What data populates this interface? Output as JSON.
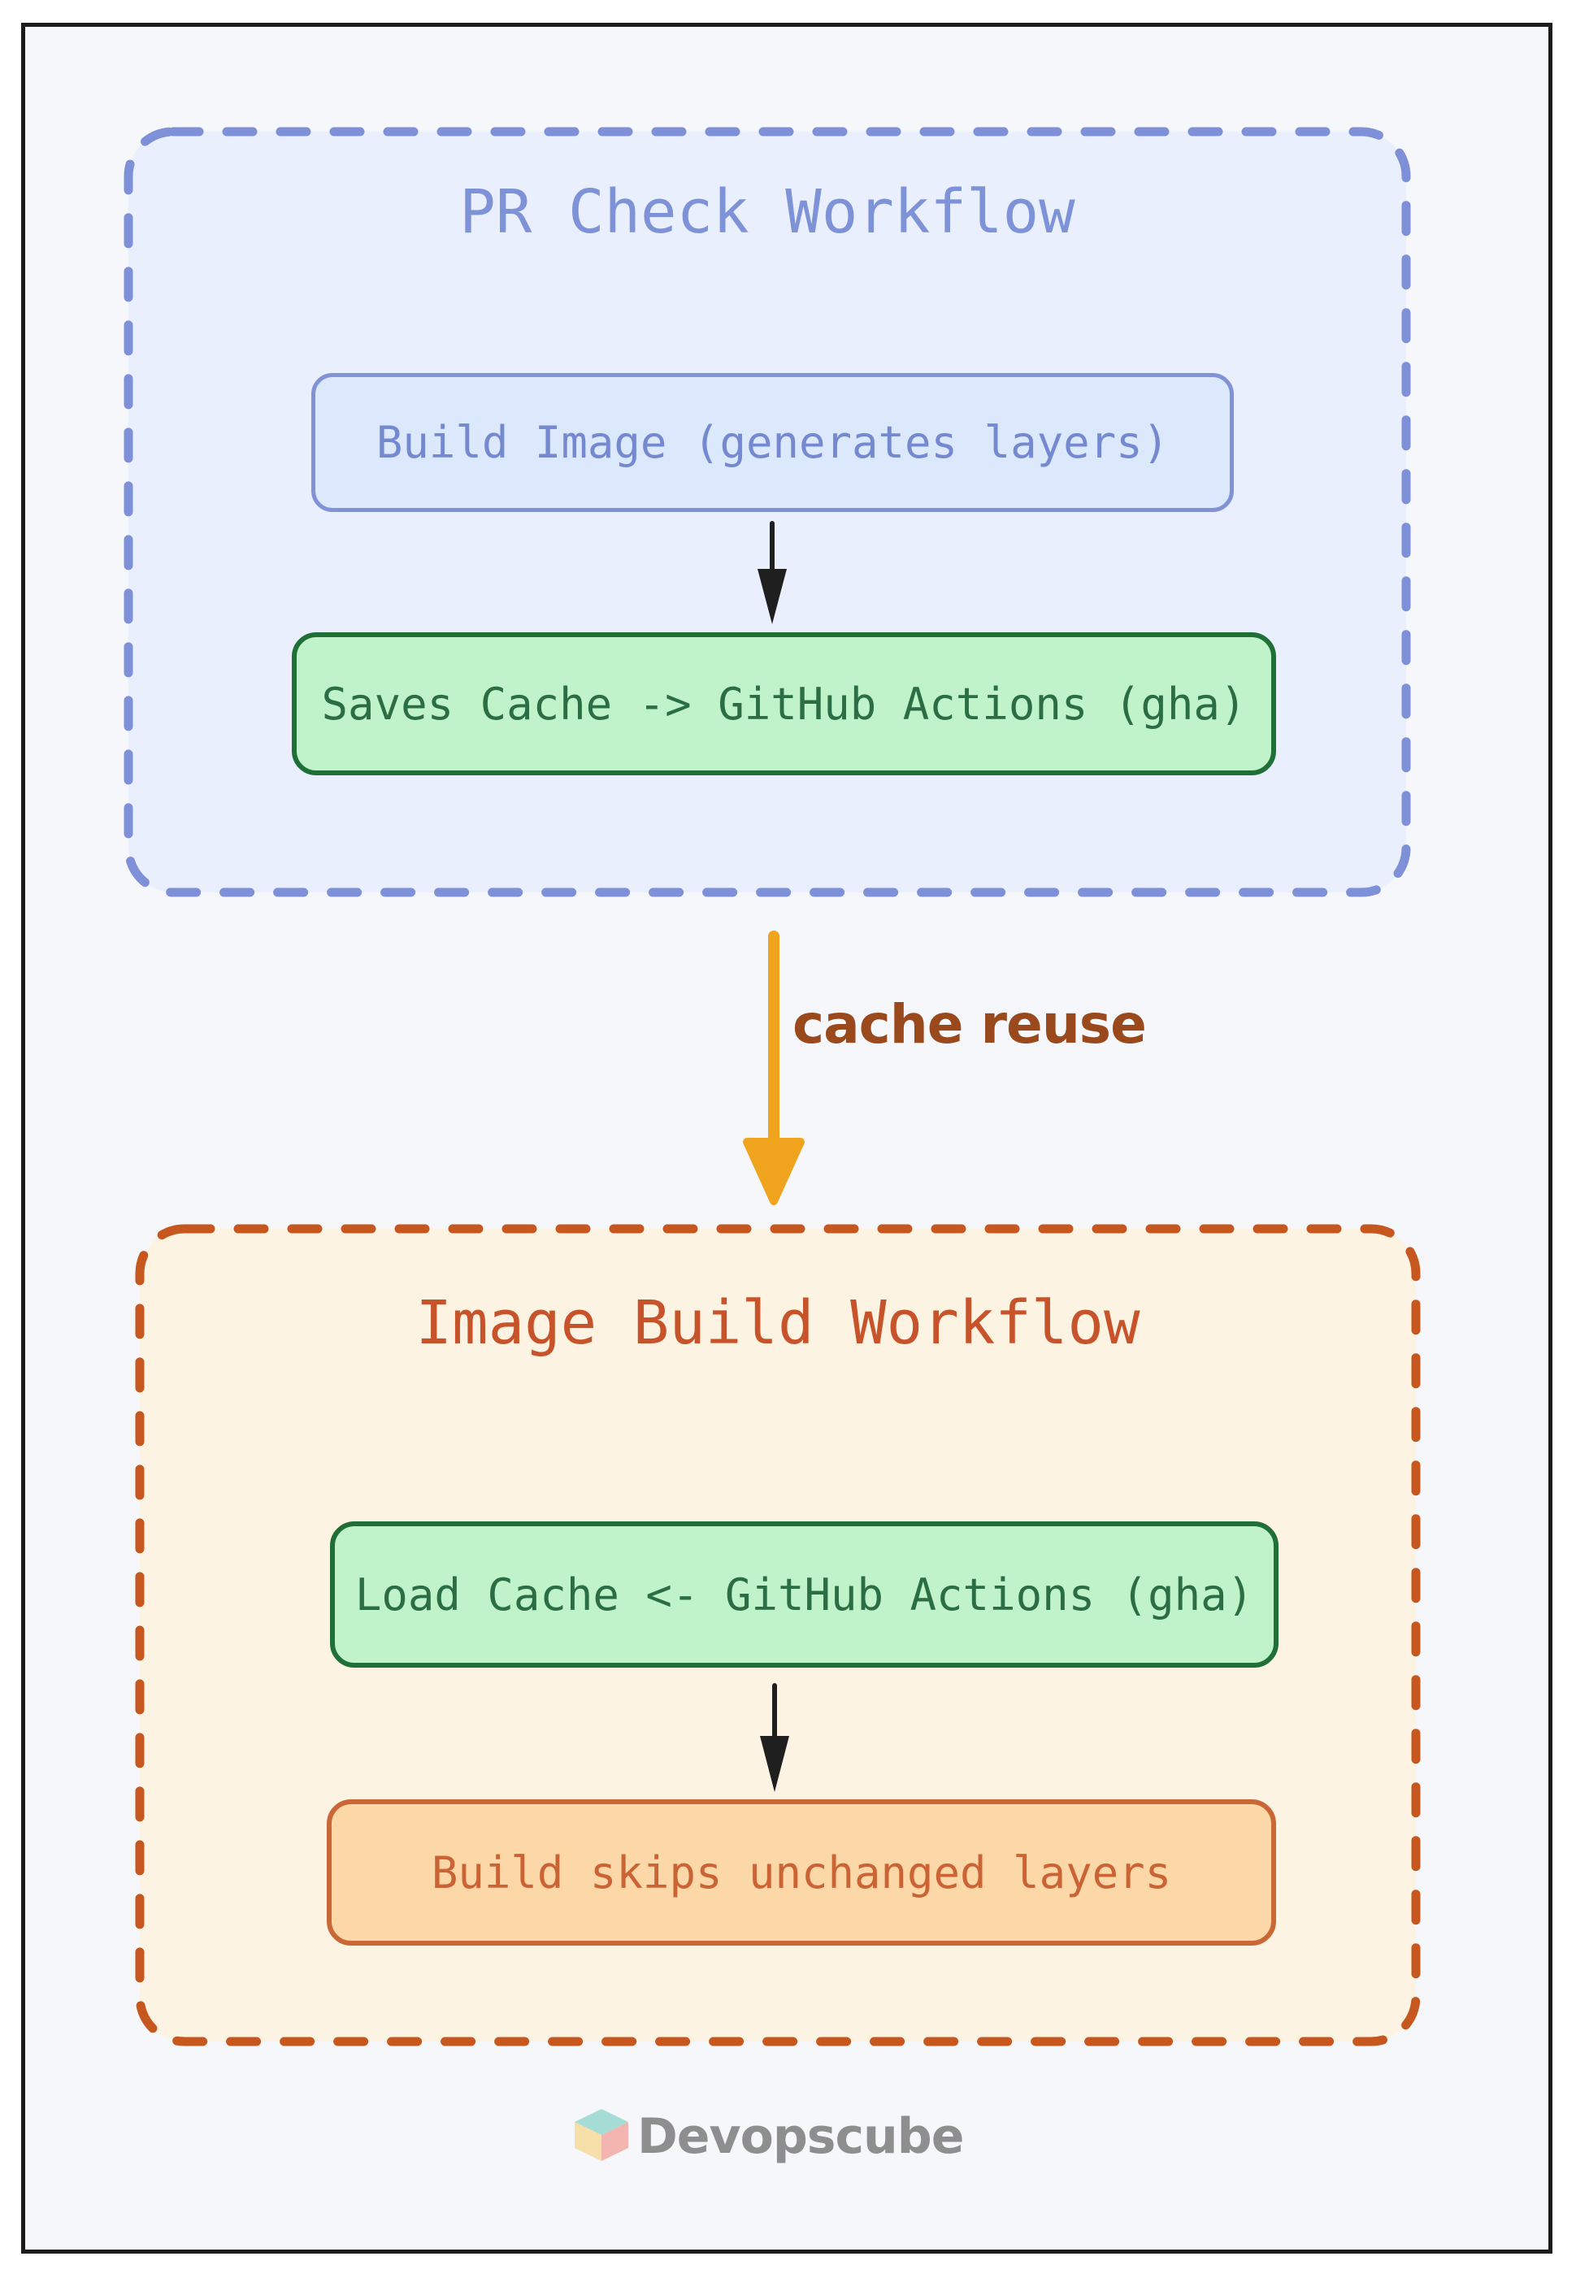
{
  "page": {
    "outer_background": "#ffffff",
    "frame_border_color": "#1c1c1c",
    "inner_background": "#f6f7fa",
    "connector_color": "#1f1f1f"
  },
  "pr_workflow": {
    "title": "PR Check Workflow",
    "title_color": "#7e92d8",
    "dash_color": "#7d90d8",
    "fill": "#e9effc",
    "build_image": {
      "label": "Build Image (generates layers)",
      "fill": "#dce8fb",
      "border_color": "#7f93d6",
      "text_color": "#7589d0"
    },
    "saves_cache": {
      "label": "Saves Cache -> GitHub Actions (gha)",
      "fill": "#c0f3ca",
      "border_color": "#1f6f37",
      "text_color": "#2b6d44"
    }
  },
  "cache_reuse": {
    "label": "cache reuse",
    "text_color": "#9a491d",
    "arrow_color": "#f0a41e"
  },
  "image_build_workflow": {
    "title": "Image Build Workflow",
    "title_color": "#c7532a",
    "dash_color": "#c6571f",
    "fill": "#fdf3e3",
    "load_cache": {
      "label": "Load Cache <- GitHub Actions (gha)",
      "fill": "#c0f3ca",
      "border_color": "#1f6f37",
      "text_color": "#2b6d44"
    },
    "build_skips": {
      "label": "Build skips unchanged layers",
      "fill": "#fcd7a8",
      "border_color": "#c96737",
      "text_color": "#cb6434"
    }
  },
  "logo": {
    "text": "Devopscube",
    "text_color": "#8e8e8e",
    "cube_top_color": "#a5ddd6",
    "cube_left_color": "#f6dfa9",
    "cube_right_color": "#f3b5af"
  }
}
